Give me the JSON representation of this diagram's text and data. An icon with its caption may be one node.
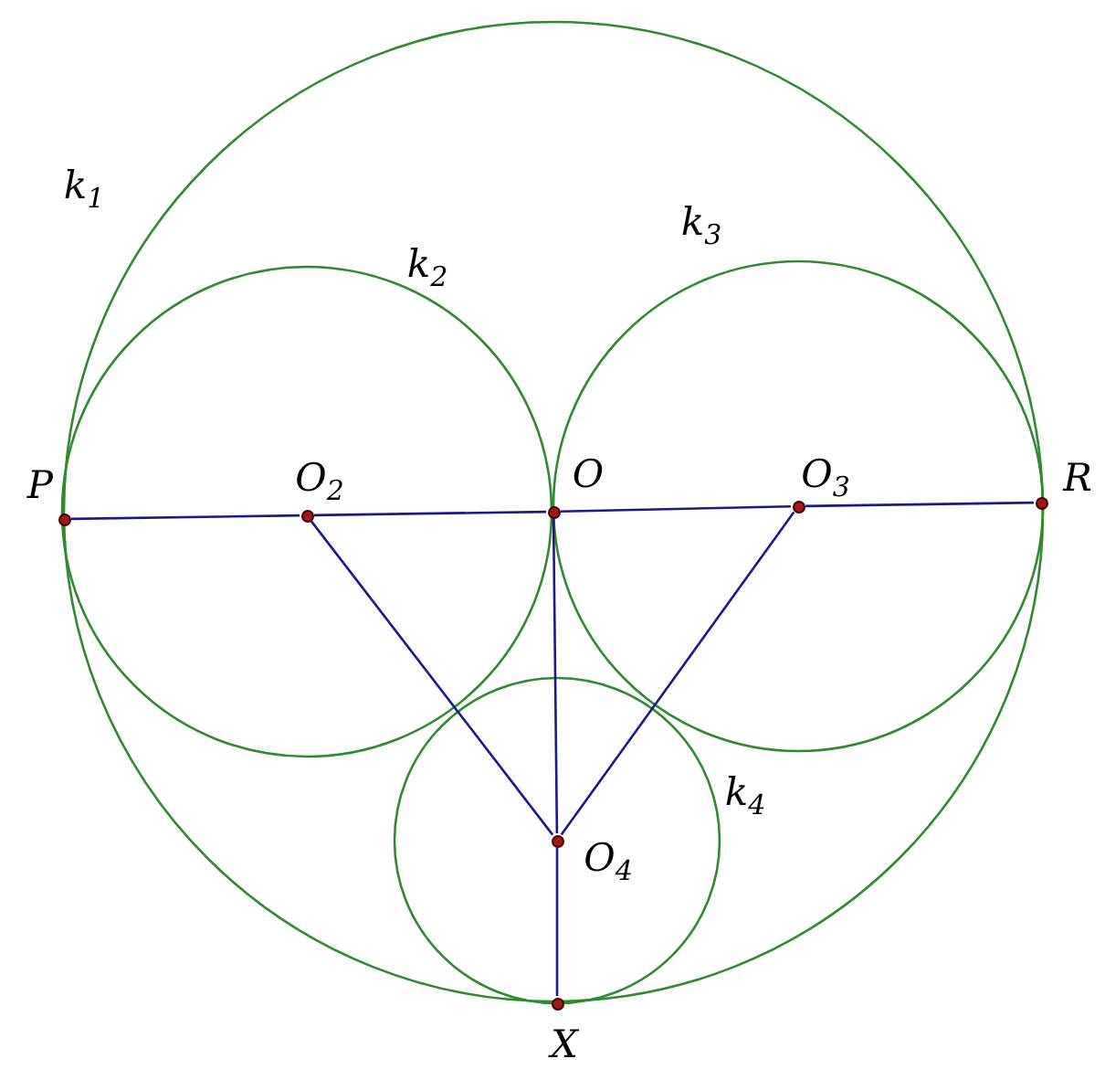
{
  "diagram": {
    "nodes": [
      {
        "text": [],
        "shape": "circle",
        "beside": [
          "P"
        ]
      },
      {
        "text": [],
        "shape": "circle",
        "beside": [
          "O$_{2}$"
        ]
      },
      {
        "text": [],
        "shape": "circle",
        "beside": [
          "O"
        ]
      },
      {
        "text": [],
        "shape": "circle",
        "beside": [
          "O$_{3}$"
        ]
      },
      {
        "text": [],
        "shape": "circle",
        "beside": [
          "R"
        ]
      },
      {
        "text": [],
        "shape": "circle",
        "beside": [
          "O$_{4}$"
        ]
      },
      {
        "text": [],
        "shape": "circle",
        "beside": [
          "X"
        ]
      }
    ],
    "edges": [
      {
        "from": 0,
        "to": 1,
        "arrow": "none"
      },
      {
        "from": 1,
        "to": 2,
        "arrow": "none"
      },
      {
        "from": 2,
        "to": 3,
        "arrow": "none"
      },
      {
        "from": 3,
        "to": 4,
        "arrow": "none"
      },
      {
        "from": 1,
        "to": 5,
        "arrow": "none"
      },
      {
        "from": 2,
        "to": 5,
        "arrow": "none"
      },
      {
        "from": 3,
        "to": 5,
        "arrow": "none"
      },
      {
        "from": 5,
        "to": 6,
        "arrow": "none"
      }
    ],
    "labels": [
      "k$_{1}$",
      "k$_{2}$",
      "k$_{3}$",
      "k$_{4}$"
    ]
  }
}
